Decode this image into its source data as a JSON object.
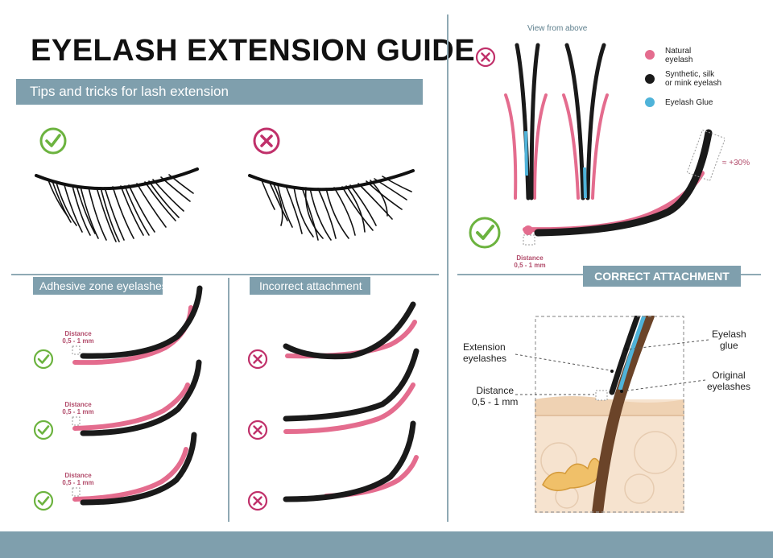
{
  "title": "EYELASH EXTENSION GUIDE",
  "subtitle": "Tips and tricks for lash extension",
  "view_from_above": "View from above",
  "legend": [
    {
      "label": "Natural eyelash",
      "color": "#e46c8e"
    },
    {
      "label": "Synthetic, silk or mink eyelash",
      "color": "#1a1a1a"
    },
    {
      "label": "Eyelash Glue",
      "color": "#4fb3d9"
    }
  ],
  "legend_lines": {
    "natural_1": "Natural",
    "natural_2": "eyelash",
    "synthetic_1": "Synthetic, silk",
    "synthetic_2": "or mink eyelash",
    "glue": "Eyelash Glue"
  },
  "percent_label": "≈ +30%",
  "distance_small_1": "Distance",
  "distance_small_2": "0,5 - 1 mm",
  "correct_attachment": "CORRECT ATTACHMENT",
  "adhesive_zone": "Adhesive zone eyelashes",
  "incorrect_attachment": "Incorrect attachment",
  "callouts": {
    "extension_1": "Extension",
    "extension_2": "eyelashes",
    "distance_1": "Distance",
    "distance_2": "0,5 - 1 mm",
    "glue_1": "Eyelash",
    "glue_2": "glue",
    "original_1": "Original",
    "original_2": "eyelashes"
  },
  "colors": {
    "bar": "#7f9fad",
    "natural": "#e46c8e",
    "synthetic": "#1a1a1a",
    "glue": "#4fb3d9",
    "correct": "#6cb33f",
    "incorrect": "#c0306a"
  }
}
